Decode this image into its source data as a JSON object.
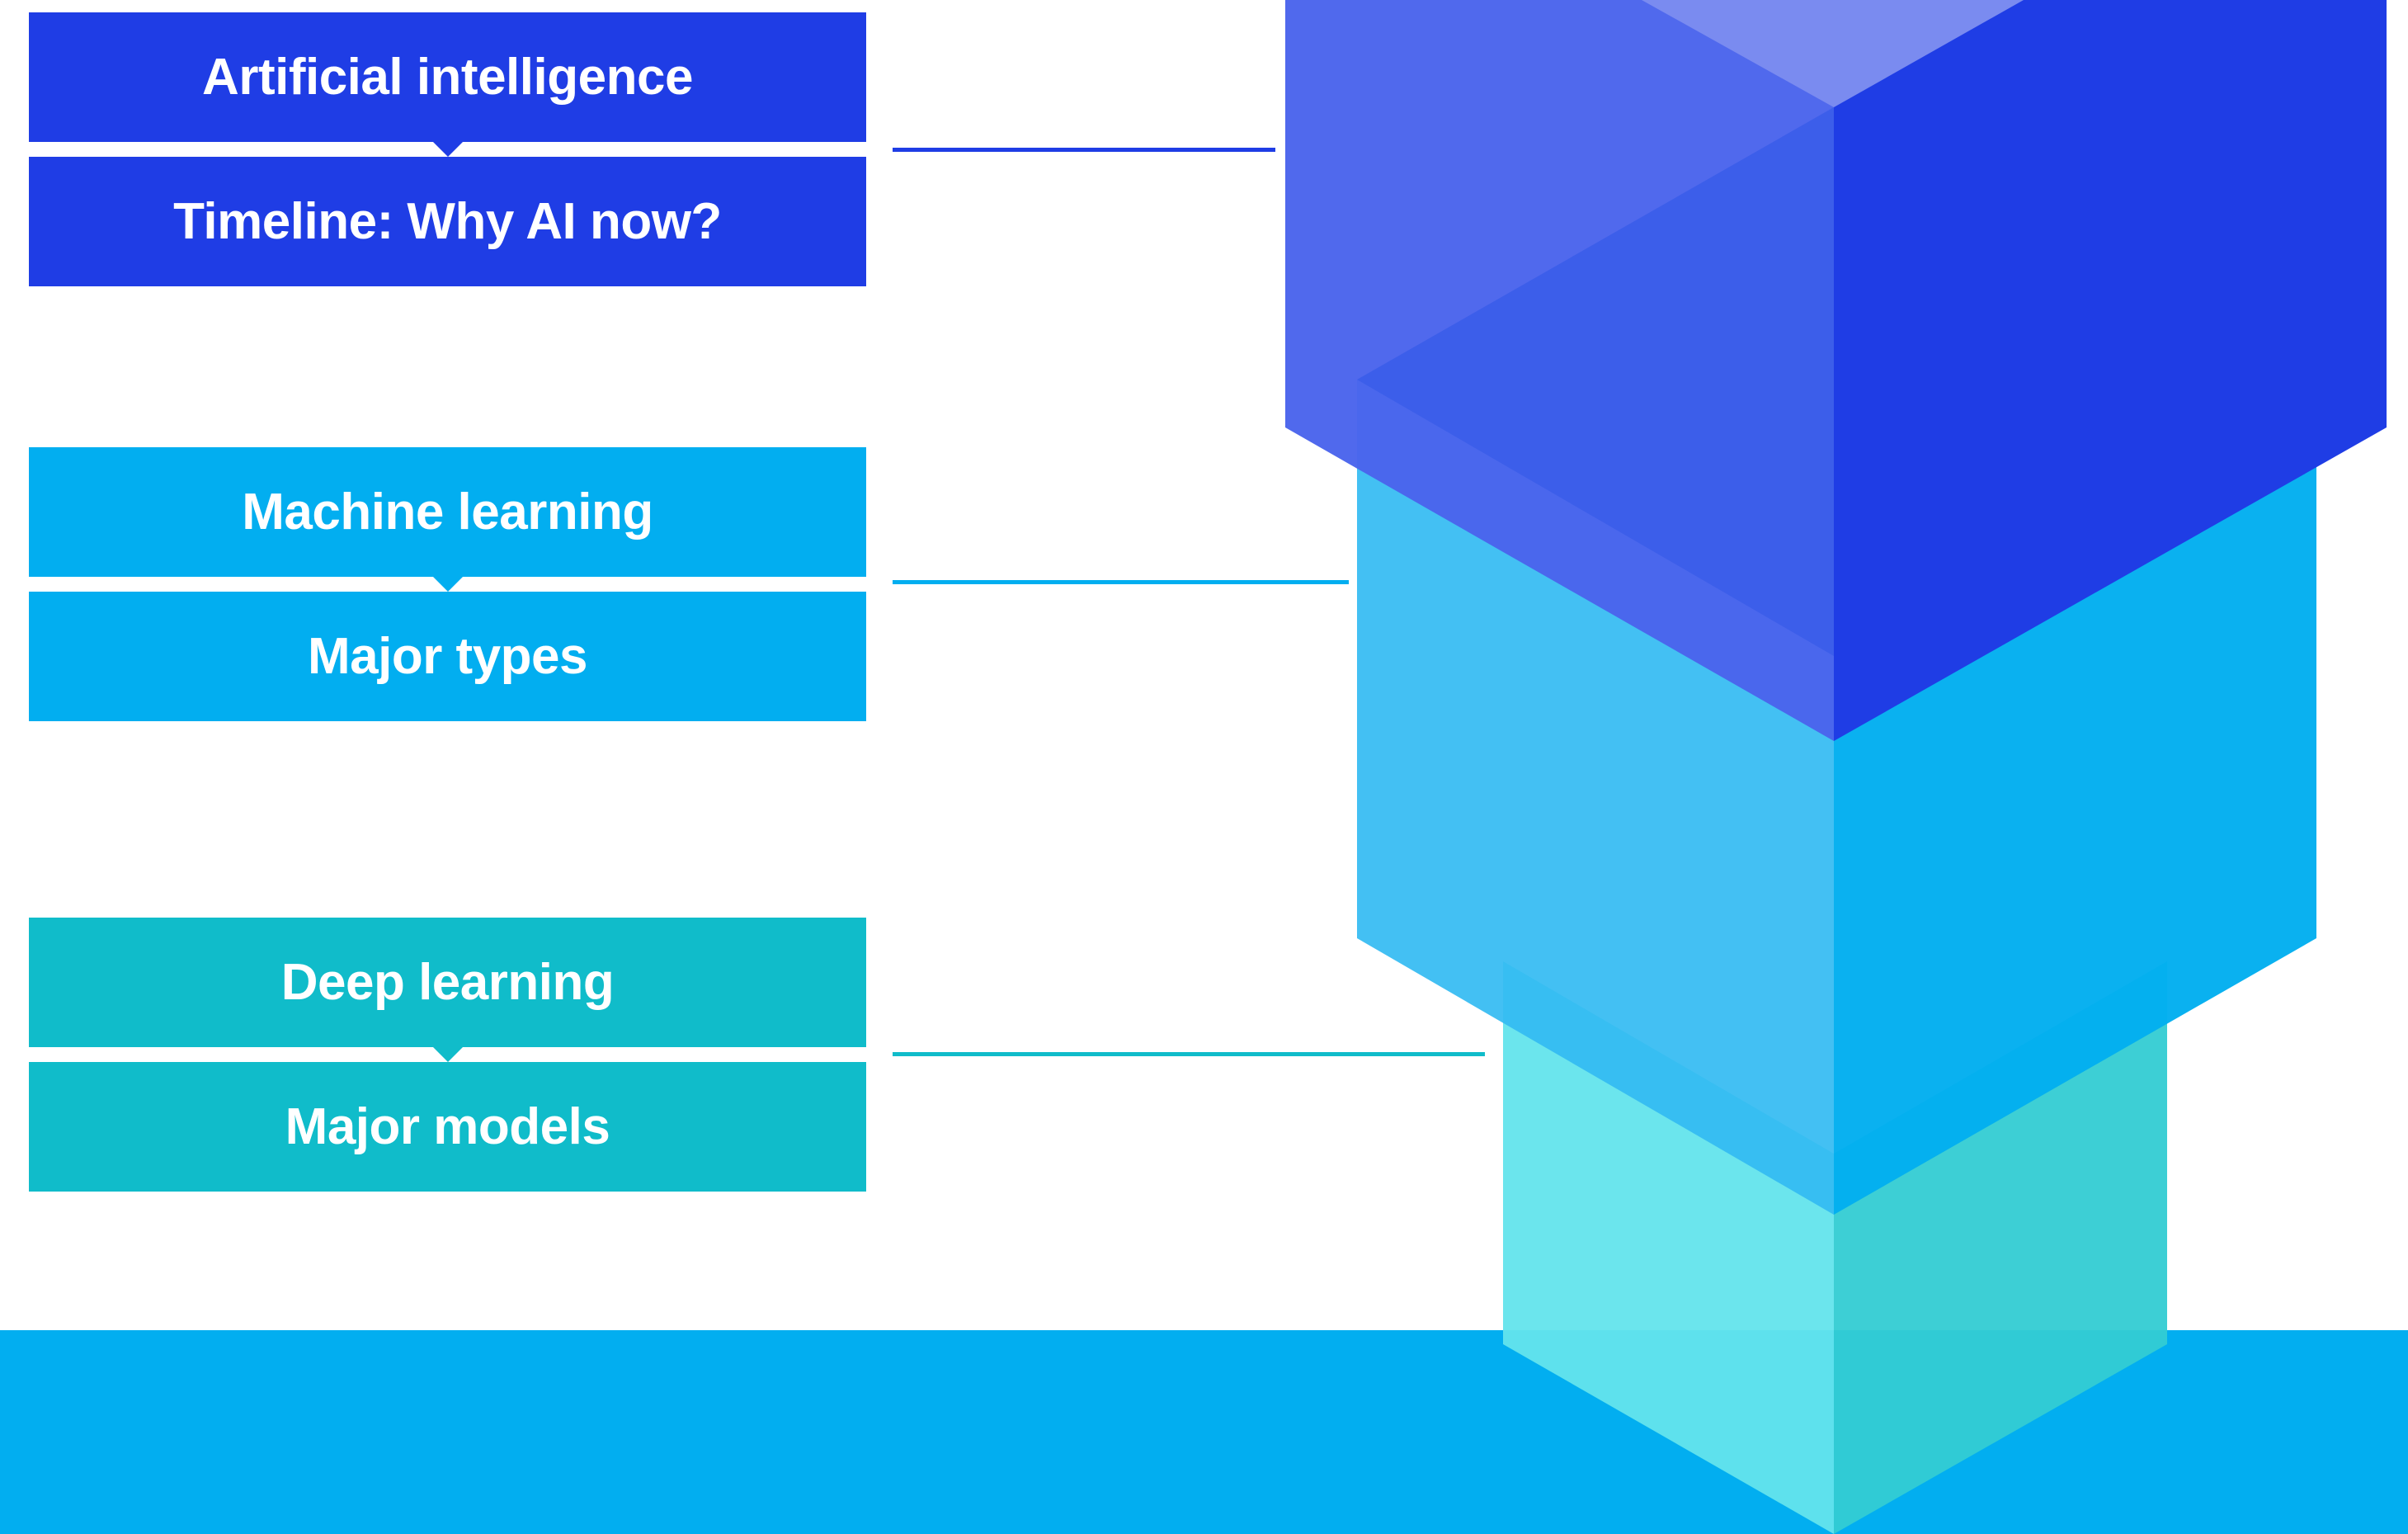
{
  "layers": [
    {
      "id": "ai",
      "title": "Artificial intelligence",
      "subtitle": "Timeline: Why AI now?",
      "color": "#1f3de5"
    },
    {
      "id": "ml",
      "title": "Machine learning",
      "subtitle": "Major types",
      "color": "#02aef0"
    },
    {
      "id": "dl",
      "title": "Deep learning",
      "subtitle": "Major models",
      "color": "#10bcca"
    }
  ],
  "colors": {
    "ai_cube_left": "#4a64ec",
    "ai_cube_right": "#1f3de5",
    "ai_cube_top": "#7a8bf0",
    "ml_cube_left": "#33bbf2",
    "ml_cube_right": "#02aef0",
    "dl_cube_left": "#63e4ec",
    "dl_cube_right": "#33ccd3",
    "base": "#02aef0"
  }
}
